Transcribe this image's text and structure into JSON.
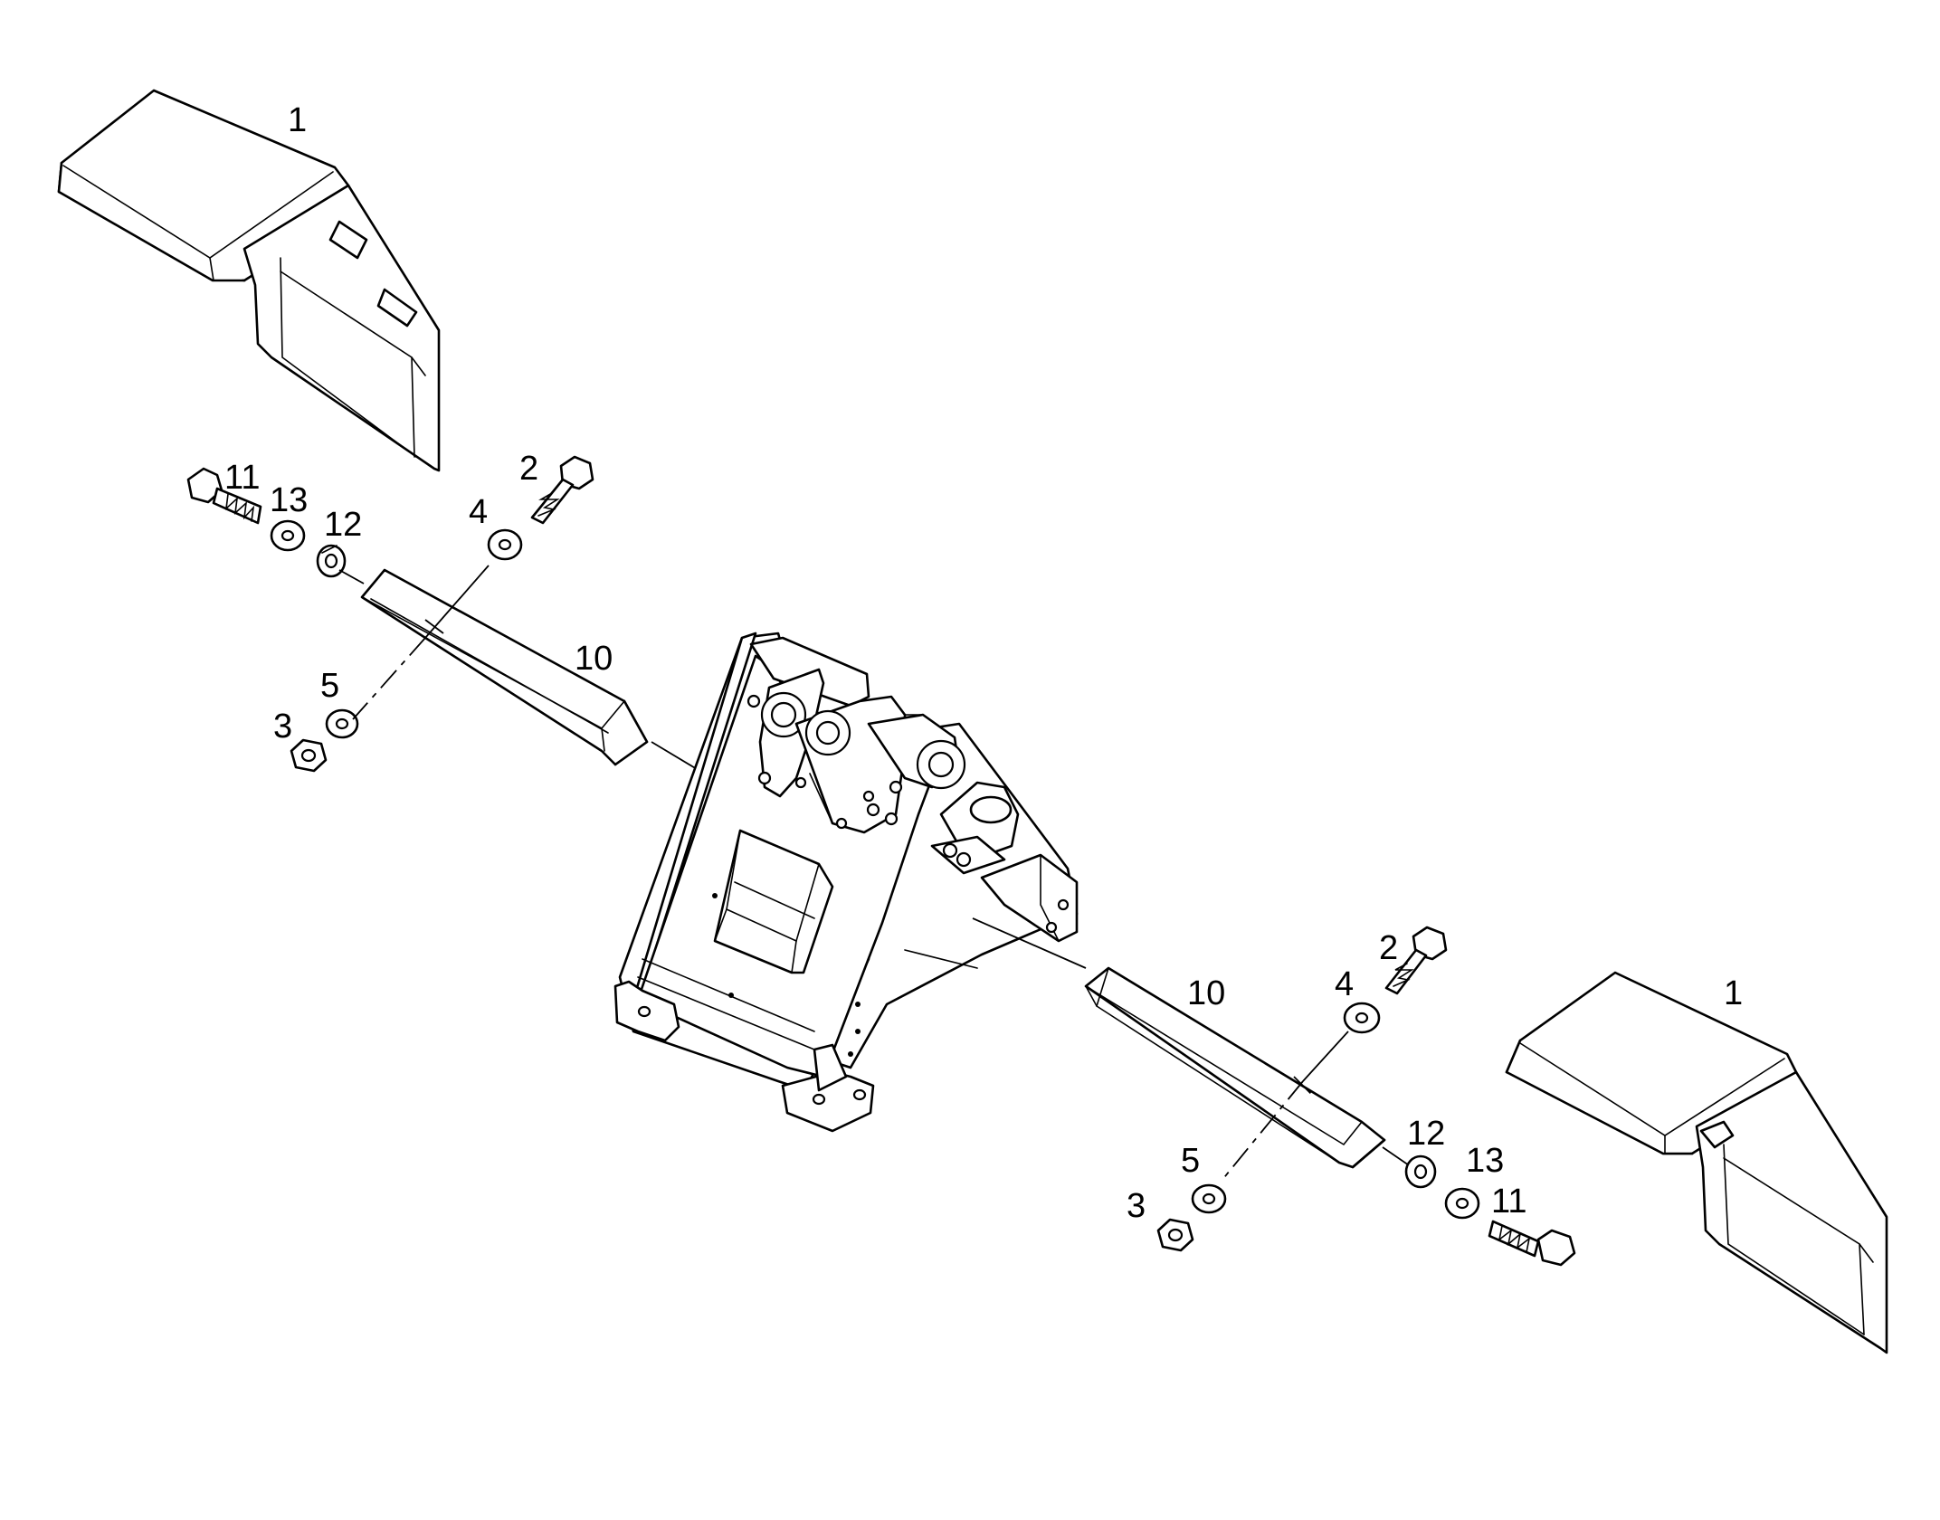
{
  "callouts": {
    "left": {
      "p1": "1",
      "p11": "11",
      "p13": "13",
      "p12": "12",
      "p2": "2",
      "p4": "4",
      "p10": "10",
      "p5": "5",
      "p3": "3"
    },
    "right": {
      "p2": "2",
      "p4": "4",
      "p10": "10",
      "p1": "1",
      "p12": "12",
      "p13": "13",
      "p5": "5",
      "p3": "3",
      "p11": "11"
    }
  },
  "icons": [
    "fender",
    "bolt",
    "washer",
    "lock-washer",
    "nut",
    "bracket-bar",
    "frame"
  ]
}
